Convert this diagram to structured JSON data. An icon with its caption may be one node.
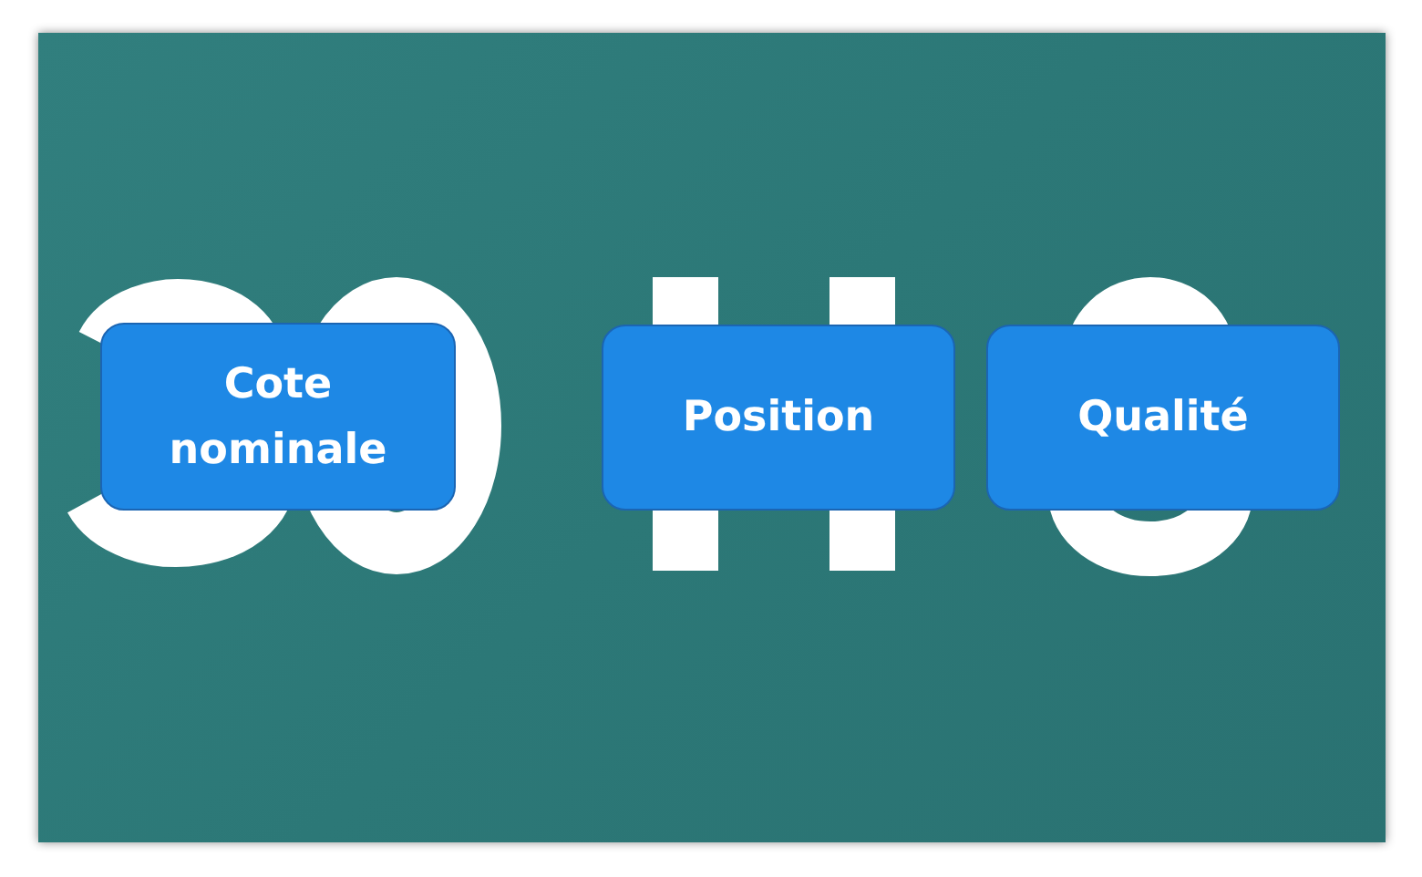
{
  "diagram": {
    "nodes": [
      {
        "text": [
          "Cote nominale"
        ]
      },
      {
        "text": [
          "Position"
        ]
      },
      {
        "text": [
          "Qualité"
        ]
      }
    ]
  }
}
